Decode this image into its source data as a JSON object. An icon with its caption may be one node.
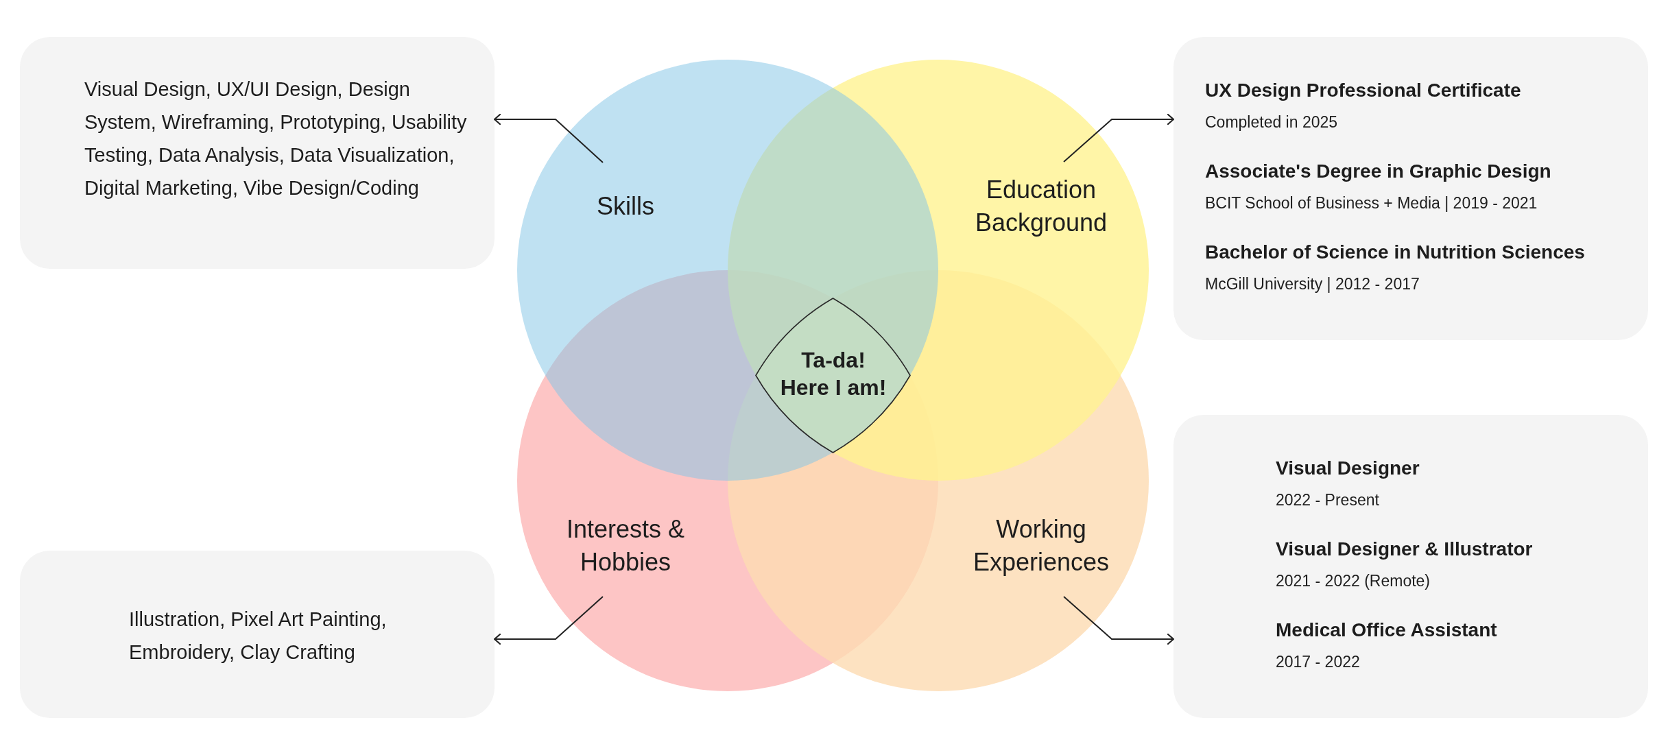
{
  "diagram": {
    "nodes": [
      {
        "text": [
          "Visual Design, UX/UI Design, Design System, Wireframing, Prototyping, Usability Testing, Data Analysis, Data Visualization, Digital Marketing, Vibe Design/Coding"
        ]
      },
      {
        "text": [
          "Skills"
        ]
      },
      {
        "text": [
          "Education Background"
        ]
      },
      {
        "text": [
          "UX Design Professional Certificate",
          "Completed in 2025",
          "Associate's Degree in Graphic Design",
          "BCIT School of Business + Media | 2019 - 2021",
          "Bachelor of Science in Nutrition Sciences",
          "McGill University | 2012 - 2017"
        ]
      },
      {
        "text": [
          "Ta-da! Here I am!"
        ]
      },
      {
        "text": [
          "Illustration, Pixel Art Painting, Embroidery, Clay Crafting"
        ]
      },
      {
        "text": [
          "Interests & Hobbies"
        ]
      },
      {
        "text": [
          "Working Experiences"
        ]
      },
      {
        "text": [
          "Visual Designer",
          "2022 - Present",
          "Visual Designer & Illustrator",
          "2021 - 2022 (Remote)",
          "Medical Office Assistant",
          "2017 - 2022"
        ]
      }
    ],
    "edges": [
      {
        "from": 1,
        "to": 0,
        "arrow": "to"
      },
      {
        "from": 2,
        "to": 3,
        "arrow": "to"
      },
      {
        "from": 6,
        "to": 5,
        "arrow": "to"
      },
      {
        "from": 7,
        "to": 8,
        "arrow": "to"
      }
    ]
  }
}
